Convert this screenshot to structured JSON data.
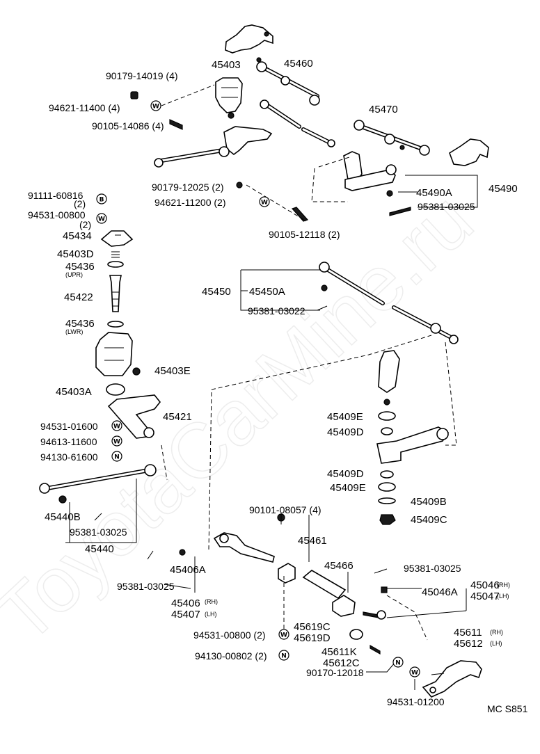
{
  "watermark": "ToyotaCarMine.ru",
  "diagram_code": "MC S851",
  "symbols": {
    "washer": "W",
    "bolt": "B",
    "nut": "N"
  },
  "labels": {
    "p45403": "45403",
    "p45460": "45460",
    "p90179_14019": "90179-14019 (4)",
    "p94621_11400": "94621-11400 (4)",
    "p90105_14086": "90105-14086 (4)",
    "p45470": "45470",
    "p90179_12025": "90179-12025 (2)",
    "p94621_11200": "94621-11200 (2)",
    "p90105_12118": "90105-12118 (2)",
    "p45490A": "45490A",
    "p45490": "45490",
    "p95381_03025_a": "95381-03025",
    "p91111_60816": "91111-60816",
    "p91111_60816_qty": "(2)",
    "p94531_00800": "94531-00800",
    "p94531_00800_qty": "(2)",
    "p45434": "45434",
    "p45403D": "45403D",
    "p45436_upr": "45436",
    "upr": "(UPR)",
    "p45422": "45422",
    "p45436_lwr": "45436",
    "lwr": "(LWR)",
    "p45403E": "45403E",
    "p45403A": "45403A",
    "p45421": "45421",
    "p94531_01600": "94531-01600",
    "p94613_11600": "94613-11600",
    "p94130_61600": "94130-61600",
    "p45450": "45450",
    "p45450A": "45450A",
    "p95381_03022": "95381-03022",
    "p45409E_top": "45409E",
    "p45409D_top": "45409D",
    "p45409D_bot": "45409D",
    "p45409E_bot": "45409E",
    "p45409B": "45409B",
    "p45409C": "45409C",
    "p45440B": "45440B",
    "p95381_03025_b": "95381-03025",
    "p45440": "45440",
    "p90101_08057": "90101-08057 (4)",
    "p45461": "45461",
    "p45466": "45466",
    "p95381_03025_c": "95381-03025",
    "p45046": "45046",
    "rh_1": "(RH)",
    "p45047": "45047",
    "lh_1": "(LH)",
    "p45046A": "45046A",
    "p45406A": "45406A",
    "p95381_03025_d": "95381-03025",
    "p45406": "45406",
    "rh_2": "(RH)",
    "p45407": "45407",
    "lh_2": "(LH)",
    "p45619C": "45619C",
    "p45619D": "45619D",
    "p94531_00800_b": "94531-00800 (2)",
    "p45611K": "45611K",
    "p45612C": "45612C",
    "p94130_00802": "94130-00802 (2)",
    "p90170_12018": "90170-12018",
    "p45611": "45611",
    "rh_3": "(RH)",
    "p45612": "45612",
    "lh_3": "(LH)",
    "p94531_01200": "94531-01200"
  }
}
